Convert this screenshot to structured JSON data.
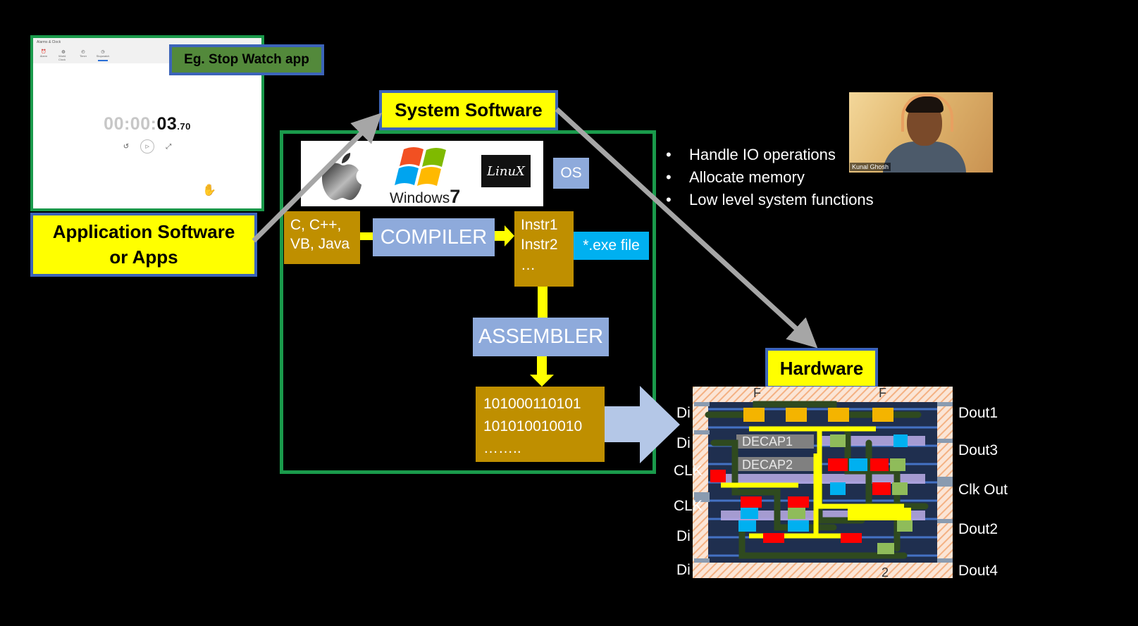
{
  "stopwatch": {
    "window_title": "Alarms & Clock",
    "nav": [
      "Alarm",
      "World Clock",
      "Timer",
      "Stopwatch"
    ],
    "time_dim": "00:00:",
    "time_main": "03",
    "time_fraction": ".70",
    "icons": [
      "reset-icon",
      "play-icon",
      "expand-icon"
    ]
  },
  "labels": {
    "example": "Eg. Stop Watch app",
    "application_line1": "Application Software",
    "application_line2": "or Apps",
    "system_software": "System Software",
    "hardware": "Hardware"
  },
  "os": {
    "windows_text": "Windows",
    "windows_version": "7",
    "linux_text": "LinuX",
    "os_label": "OS"
  },
  "pipeline": {
    "languages_line1": "C, C++,",
    "languages_line2": "VB, Java",
    "compiler": "COMPILER",
    "instr_line1": "Instr1",
    "instr_line2": "Instr2",
    "instr_line3": "…",
    "exe": "*.exe file",
    "assembler": "ASSEMBLER",
    "binary_line1": "101000110101",
    "binary_line2": "101010010010",
    "binary_line3": "……..",
    "arrow_color": "#ffff00"
  },
  "bullets": [
    "Handle IO operations",
    "Allocate memory",
    "Low level system functions"
  ],
  "webcam": {
    "name": "Kunal Ghosh"
  },
  "chip": {
    "left_pins": [
      "Di",
      "Di",
      "CLK",
      "CLK",
      "Di",
      "Di"
    ],
    "right_pins": [
      "Dout1",
      "Dout3",
      "Clk Out",
      "Dout2",
      "Dout4"
    ],
    "top_labels": [
      "F",
      "F"
    ],
    "bottom_label": "2",
    "cells": [
      "DECAP1",
      "DECAP2"
    ],
    "colors": {
      "border": "#f4b183",
      "core": "#1f2f4f",
      "metal": "#ffff00",
      "route": "#2f4a1f"
    }
  }
}
